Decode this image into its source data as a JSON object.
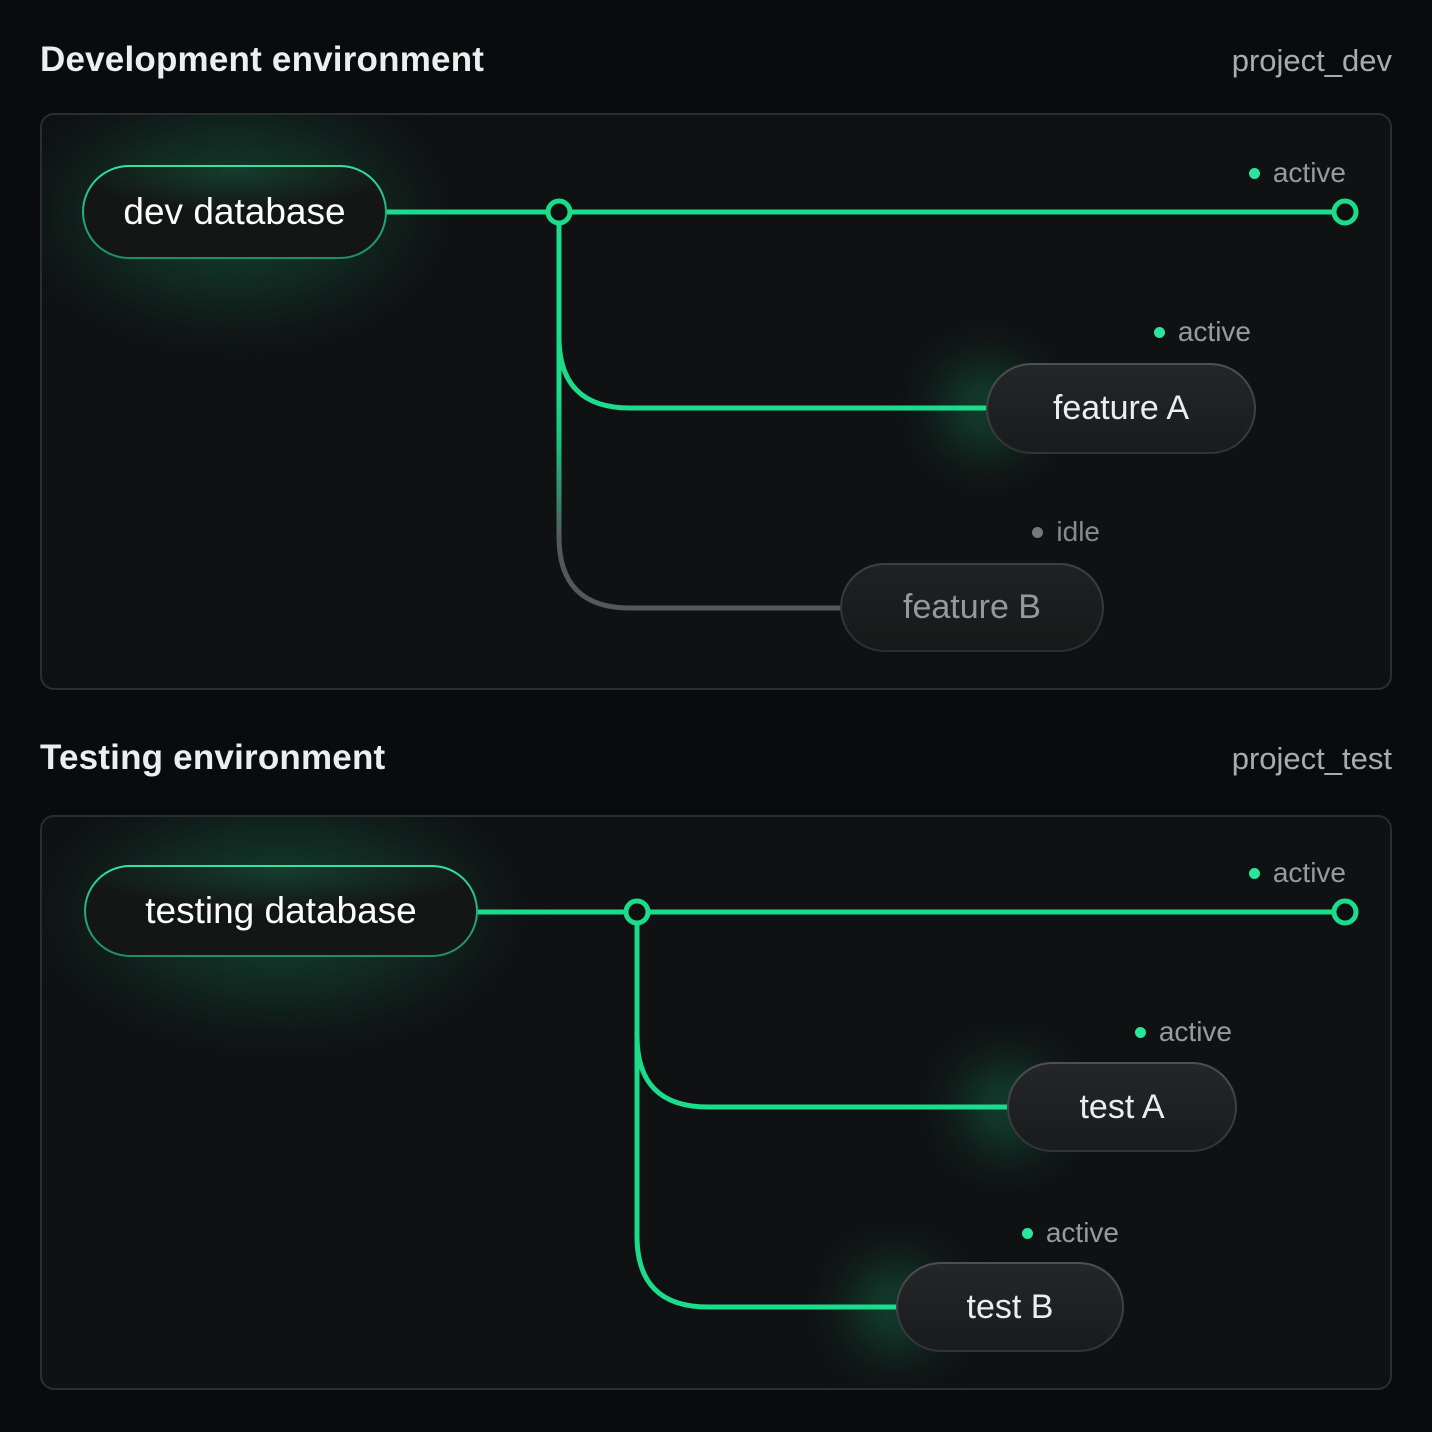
{
  "colors": {
    "accent_green": "#1BDC8A",
    "active_dot_green": "#2BE59C",
    "idle_gray": "#54585A",
    "status_text_gray": "#969BA0",
    "panel_background": "#101113",
    "panel_border": "#2B2E31",
    "page_background": "#0A0B0C"
  },
  "sections": [
    {
      "title": "Development environment",
      "project_label": "project_dev",
      "root": {
        "label": "dev database",
        "status": "active"
      },
      "branches": [
        {
          "label": "feature A",
          "status": "active"
        },
        {
          "label": "feature B",
          "status": "idle"
        }
      ]
    },
    {
      "title": "Testing environment",
      "project_label": "project_test",
      "root": {
        "label": "testing database",
        "status": "active"
      },
      "branches": [
        {
          "label": "test A",
          "status": "active"
        },
        {
          "label": "test B",
          "status": "active"
        }
      ]
    }
  ]
}
